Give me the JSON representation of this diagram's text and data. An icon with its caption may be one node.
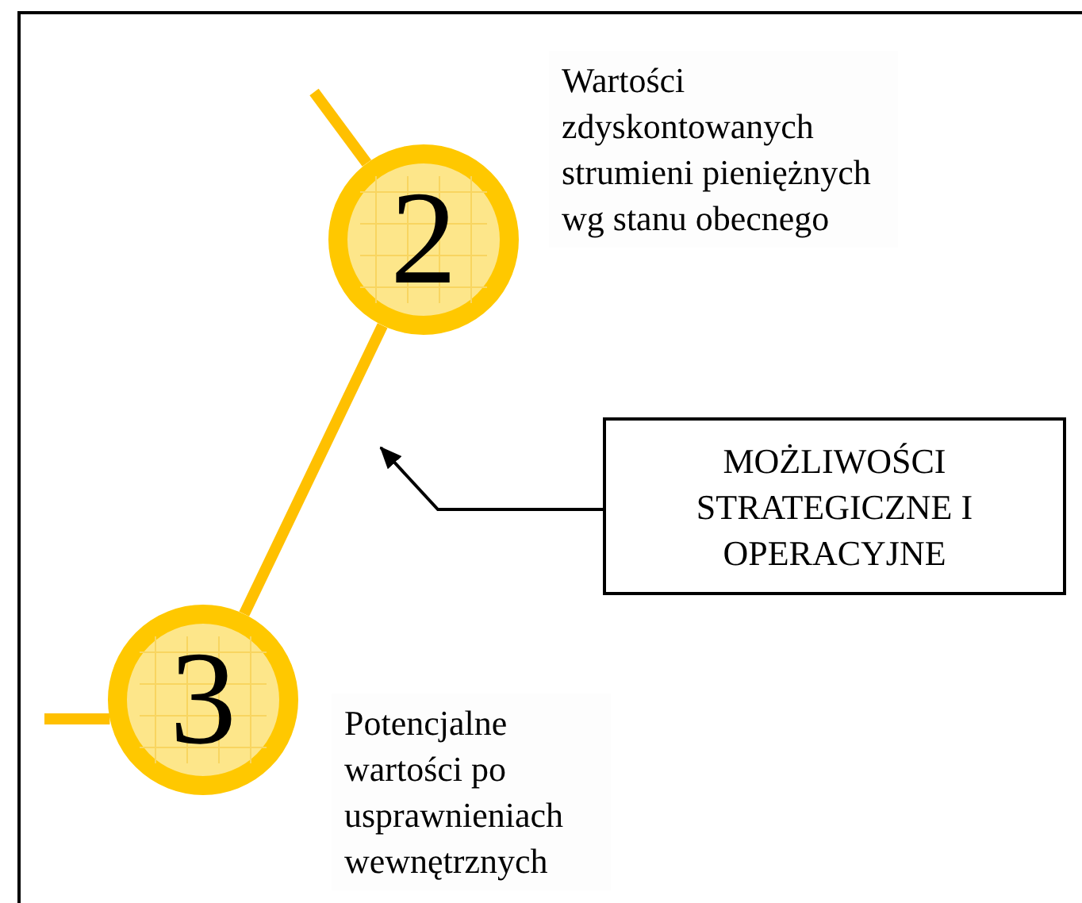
{
  "diagram": {
    "nodes": [
      {
        "text": [
          "2"
        ],
        "beside": [
          "Wartości zdyskontowanych strumieni pieniężnych wg stanu obecnego"
        ]
      },
      {
        "text": [
          "3"
        ],
        "beside": [
          "Potencjalne wartości po usprawnieniach wewnętrznych"
        ]
      },
      {
        "text": [
          "MOŻLIWOŚCI STRATEGICZNE I OPERACYJNE"
        ]
      }
    ],
    "edges": [
      {
        "from": null,
        "to": 0,
        "arrow": "none"
      },
      {
        "from": 0,
        "to": 1,
        "arrow": "none"
      },
      {
        "from": null,
        "to": 1,
        "arrow": "none"
      },
      {
        "from": 2,
        "to": null,
        "arrow": "to",
        "color": "#000000"
      }
    ]
  }
}
